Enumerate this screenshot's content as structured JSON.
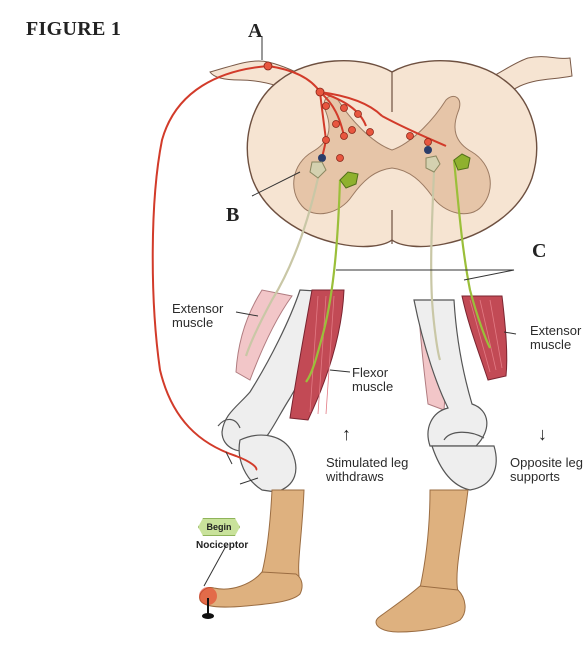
{
  "figure_title": "FIGURE 1",
  "markers": {
    "a": "A",
    "b": "B",
    "c": "C"
  },
  "labels": {
    "extensor_left_line1": "Extensor",
    "extensor_left_line2": "muscle",
    "extensor_right_line1": "Extensor",
    "extensor_right_line2": "muscle",
    "flexor_line1": "Flexor",
    "flexor_line2": "muscle",
    "stimulated_line1": "Stimulated leg",
    "stimulated_line2": "withdraws",
    "opposite_line1": "Opposite leg",
    "opposite_line2": "supports",
    "begin": "Begin",
    "nociceptor": "Nociceptor"
  },
  "arrows": {
    "up": "↑",
    "down": "↓"
  },
  "colors": {
    "sensory_pathway": "#d23b2a",
    "motor_pathway": "#9bbf3a",
    "motor_pathway_pale": "#c9c7a6",
    "spinal_gray_matter": "#e6c5a8",
    "spinal_white_matter": "#f6e4d2",
    "flexor_muscle": "#c24a55",
    "extensor_muscle": "#f2c6c8",
    "skin": "#deb17f",
    "bone": "#eeeeee"
  }
}
